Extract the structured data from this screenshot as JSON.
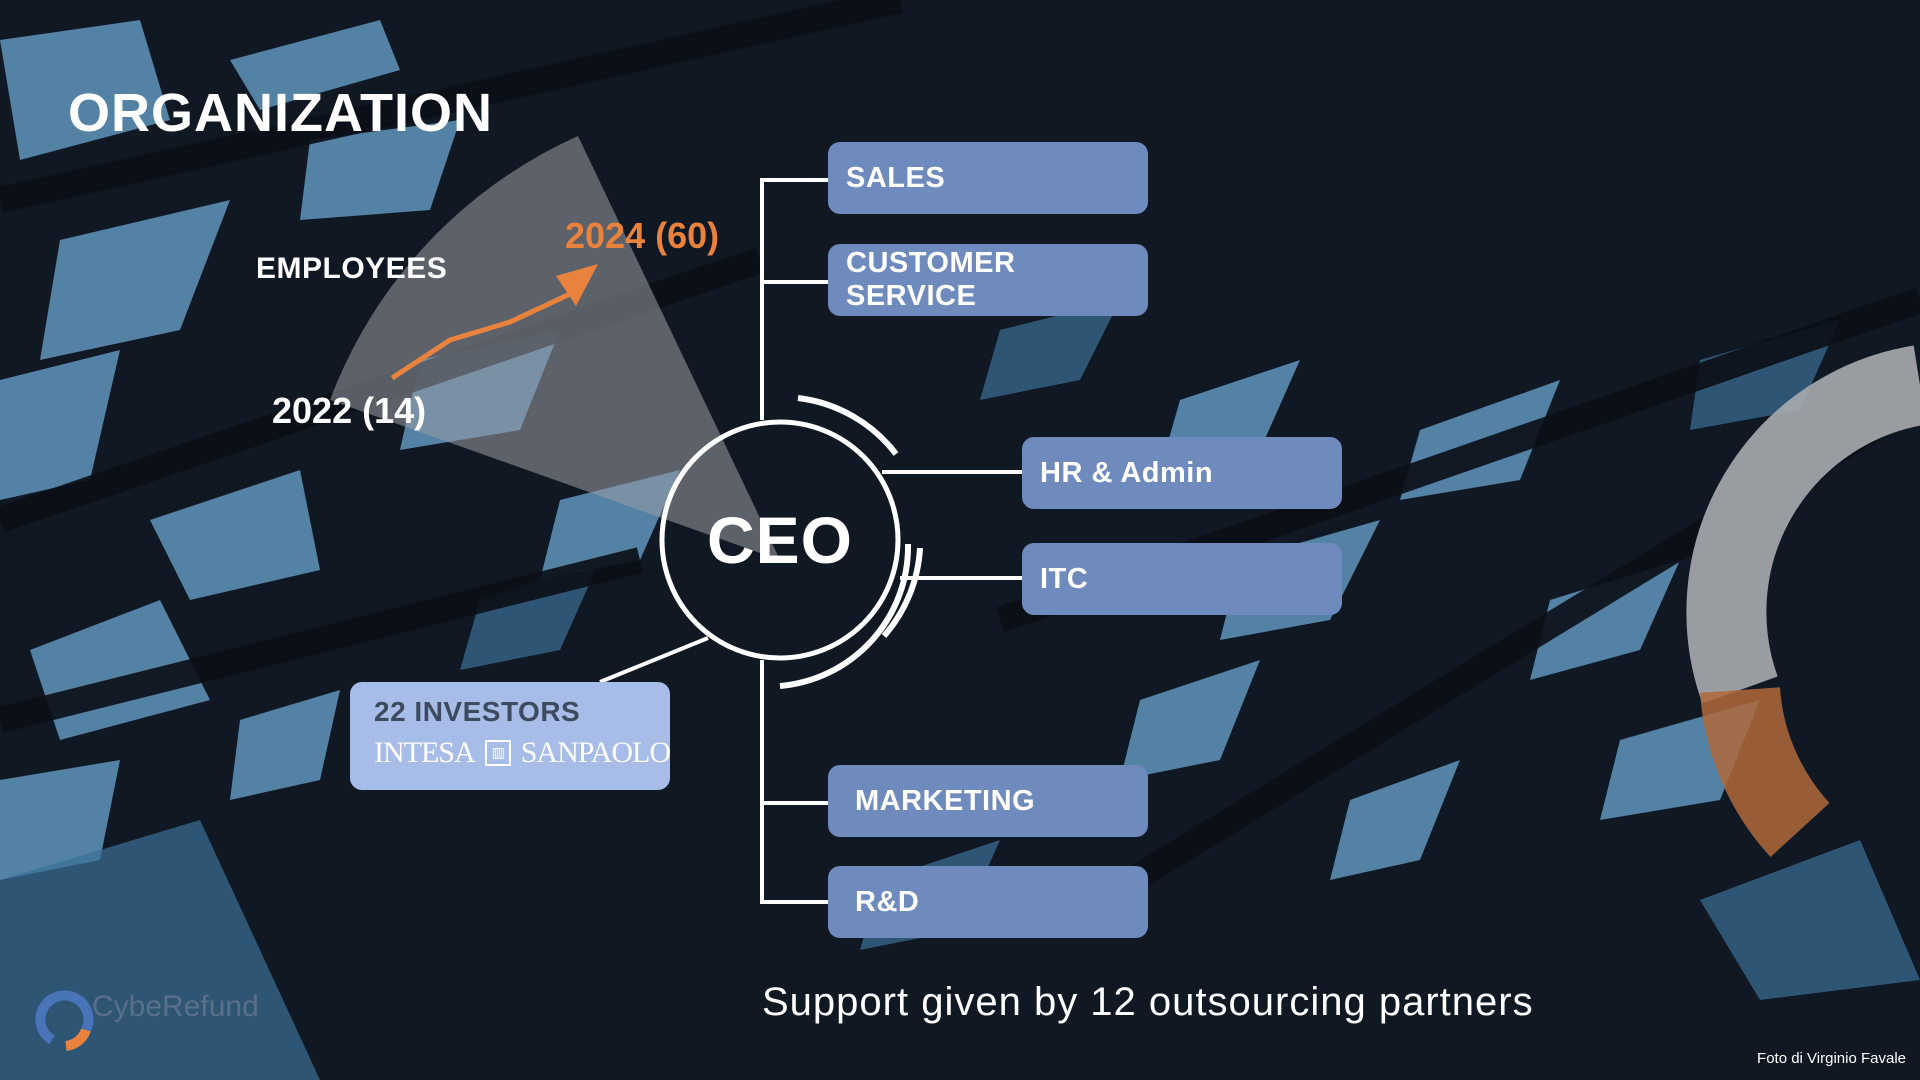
{
  "slide": {
    "title": "ORGANIZATION"
  },
  "employees": {
    "label": "EMPLOYEES",
    "start": "2022 (14)",
    "end": "2024 (60)"
  },
  "center": {
    "label": "CEO"
  },
  "departments": {
    "sales": "SALES",
    "customer_service": "CUSTOMER SERVICE",
    "hr_admin": "HR & Admin",
    "itc": "ITC",
    "marketing": "MARKETING",
    "rnd": "R&D"
  },
  "investors": {
    "label": "22 INVESTORS",
    "bank_left": "INTESA",
    "bank_right": "SANPAOLO"
  },
  "footer": {
    "support": "Support given by 12 outsourcing partners",
    "photo_credit": "Foto di Virginio Favale",
    "brand": "CybeRefund"
  },
  "colors": {
    "accent_orange": "#e8823d",
    "box_blue": "#6f8bbd",
    "investor_box": "#a7bde7"
  }
}
